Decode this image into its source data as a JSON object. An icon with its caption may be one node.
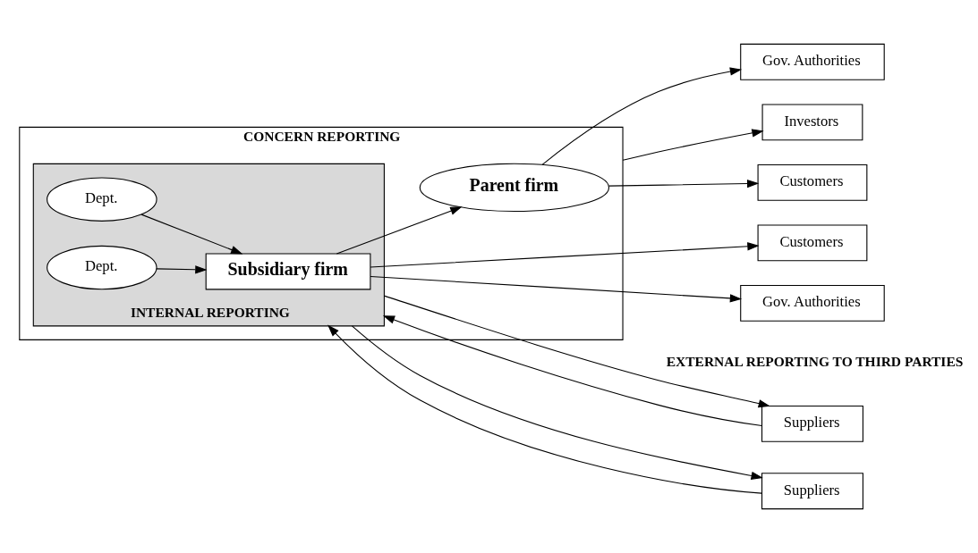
{
  "diagram": {
    "nodes": [
      {
        "text": [
          "CONCERN REPORTING"
        ]
      },
      {
        "text": [
          "Parent firm"
        ],
        "in": 0
      },
      {
        "text": [
          "INTERNAL REPORTING"
        ],
        "in": 0
      },
      {
        "text": [
          "Subsidiary firm"
        ],
        "in": 2
      },
      {
        "text": [
          "Dept."
        ],
        "in": 2
      },
      {
        "text": [
          "Dept."
        ],
        "in": 2
      },
      {
        "text": [
          "Suppliers"
        ]
      },
      {
        "text": [
          "Suppliers"
        ]
      },
      {
        "text": [
          "Customers"
        ]
      },
      {
        "text": [
          "Gov. Authorities"
        ]
      },
      {
        "text": [
          "Investors"
        ]
      },
      {
        "text": [
          "Customers"
        ]
      },
      {
        "text": [
          "Gov. Authorities"
        ]
      }
    ],
    "edges": [
      {
        "from": 3,
        "to": 1,
        "arrow": "to"
      },
      {
        "from": 4,
        "to": 3,
        "arrow": "to"
      },
      {
        "from": 5,
        "to": 3,
        "arrow": "to"
      },
      {
        "from": 6,
        "to": 2,
        "arrow": "to"
      },
      {
        "from": 2,
        "to": 6,
        "arrow": "to"
      },
      {
        "from": 7,
        "to": 2,
        "arrow": "to"
      },
      {
        "from": 2,
        "to": 7,
        "arrow": "to"
      },
      {
        "from": 1,
        "to": 8,
        "arrow": "to"
      },
      {
        "from": 1,
        "to": 9,
        "arrow": "to"
      },
      {
        "from": 0,
        "to": 10,
        "arrow": "to"
      },
      {
        "from": 3,
        "to": 11,
        "arrow": "to"
      },
      {
        "from": 3,
        "to": 12,
        "arrow": "to"
      }
    ],
    "labels": [
      "EXTERNAL REPORTING TO THIRD PARTIES"
    ]
  }
}
